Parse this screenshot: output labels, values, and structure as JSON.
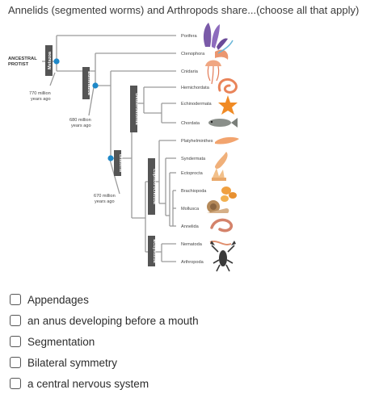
{
  "question": "Annelids (segmented worms) and Arthropods share...(choose all that apply)",
  "tree": {
    "ancestor_label": [
      "ANCESTRAL",
      "PROTIST"
    ],
    "clades": {
      "metazoa": "Metazoa",
      "eumetazoa": "Eumetazoa",
      "deuterostomia": "Deuterostomia",
      "bilateria": "Bilateria",
      "lophotrochozoa": "Lophotrochozoa",
      "ecdysozoa": "Ecdysozoa"
    },
    "times": {
      "t770": [
        "770 million",
        "years ago"
      ],
      "t680": [
        "680 million",
        "years ago"
      ],
      "t670": [
        "670 million",
        "years ago"
      ]
    },
    "taxa": [
      "Porifera",
      "Ctenophora",
      "Cnidaria",
      "Hemichordata",
      "Echinodermata",
      "Chordata",
      "Platyhelminthes",
      "Syndermata",
      "Ectoprocta",
      "Brachiopoda",
      "Mollusca",
      "Annelida",
      "Nematoda",
      "Arthropoda"
    ],
    "colors": {
      "node": "#1e88c8",
      "line": "#9a9a9a",
      "clade_box": "#555555"
    }
  },
  "options": [
    {
      "label": "Appendages",
      "checked": false
    },
    {
      "label": "an anus developing before a mouth",
      "checked": false
    },
    {
      "label": "Segmentation",
      "checked": false
    },
    {
      "label": "Bilateral symmetry",
      "checked": false
    },
    {
      "label": "a central nervous system",
      "checked": false
    }
  ]
}
